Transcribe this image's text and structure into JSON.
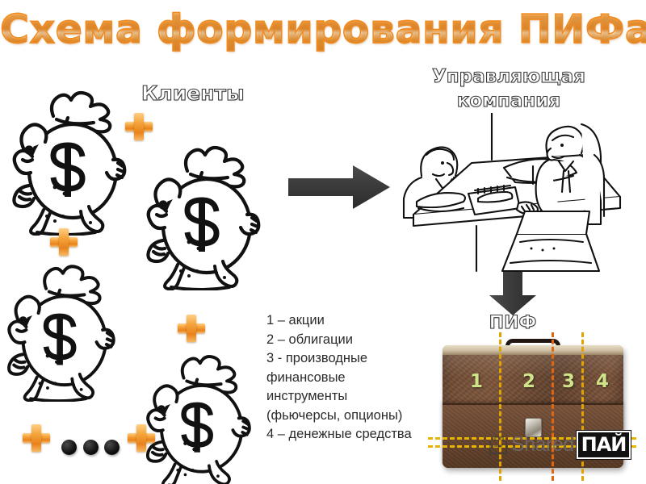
{
  "title": "Схема формирования ПИФа",
  "labels": {
    "clients": "Клиенты",
    "management_company": "Управляющая компания",
    "pif": "ПИФ"
  },
  "legend": {
    "lines": [
      "1 – акции",
      "2 – облигации",
      "3 - производные",
      "финансовые",
      "инструменты",
      "(фьючерсы, опционы)",
      "4 – денежные средства"
    ]
  },
  "briefcase": {
    "segments": [
      "1",
      "2",
      "3",
      "4"
    ]
  },
  "money_bags": {
    "count": 4,
    "symbol": "$"
  },
  "operators": {
    "plus": "+",
    "ellipsis_dots": 3
  },
  "watermark": {
    "text": "Shared",
    "badge": "ПАЙ"
  },
  "colors": {
    "title_orange": "#f08a1f",
    "plus_orange": "#e8821c",
    "arrow_gray": "#3d3d3d",
    "case_brown": "#6e4a33",
    "number_green": "#cfe488",
    "dash_yellow": "#e0a300",
    "dash_orange": "#e2660d",
    "legend_text": "#2b2b2b"
  }
}
